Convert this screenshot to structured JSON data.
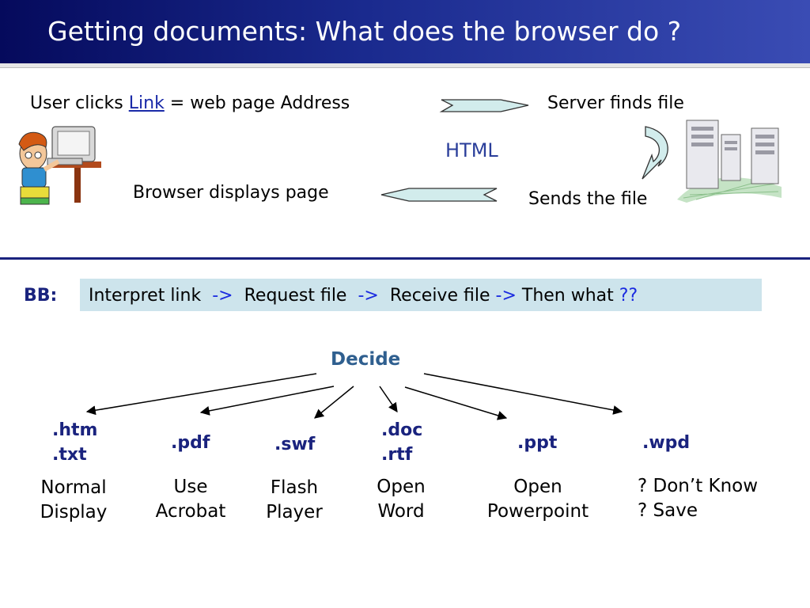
{
  "title": "Getting documents: What does the browser do ?",
  "flow": {
    "user_clicks_prefix": "User clicks ",
    "link_text": "Link",
    "user_clicks_suffix": " = web page Address",
    "server_finds": "Server finds file",
    "html_label": "HTML",
    "browser_displays": "Browser displays page",
    "sends_file": "Sends the file"
  },
  "bb": {
    "label": "BB:",
    "step1": "Interpret link",
    "step2": "Request file",
    "step3": "Receive file",
    "step4": "Then what",
    "arrow": "->",
    "question": "??"
  },
  "decide": "Decide",
  "branches": [
    {
      "ext1": ".htm",
      "ext2": ".txt",
      "act1": "Normal",
      "act2": "Display"
    },
    {
      "ext1": ".pdf",
      "ext2": "",
      "act1": "Use",
      "act2": "Acrobat"
    },
    {
      "ext1": ".swf",
      "ext2": "",
      "act1": "Flash",
      "act2": "Player"
    },
    {
      "ext1": ".doc",
      "ext2": ".rtf",
      "act1": "Open",
      "act2": "Word"
    },
    {
      "ext1": ".ppt",
      "ext2": "",
      "act1": "Open",
      "act2": "Powerpoint"
    },
    {
      "ext1": ".wpd",
      "ext2": "",
      "act1": "? Don’t Know",
      "act2": "? Save"
    }
  ],
  "colors": {
    "title_bar": "#1a2a8e",
    "divider": "#1a237e",
    "bb_box": "#cde4ec",
    "decide": "#2f5f8f",
    "arrow_fill": "#d2ecec"
  },
  "icons": [
    "user-at-computer-icon",
    "server-towers-icon",
    "curved-arrow-icon"
  ]
}
